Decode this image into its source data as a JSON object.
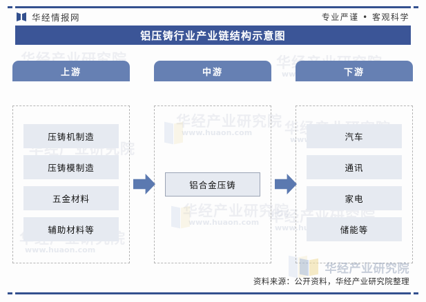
{
  "header": {
    "brand": "华经情报网",
    "brand_mark_icon": "book-pages-icon",
    "tagline": "专业严谨 • 客观科学"
  },
  "title": "铝压铸行业产业链结构示意图",
  "colors": {
    "brand_blue": "#33508e",
    "title_bar": "#3b5597",
    "column_header": "#6680b3",
    "item_fill": "#e6eaf1",
    "arrow": "#5b79b0",
    "dashed_border": "#b4b4b4"
  },
  "columns": [
    {
      "header": "上游",
      "items": [
        {
          "label": "压铸机制造"
        },
        {
          "label": "压铸模制造"
        },
        {
          "label": "五金材料"
        },
        {
          "label": "辅助材料等"
        }
      ]
    },
    {
      "header": "中游",
      "items": [
        {
          "label": "铝合金压铸"
        }
      ]
    },
    {
      "header": "下游",
      "items": [
        {
          "label": "汽车"
        },
        {
          "label": "通讯"
        },
        {
          "label": "家电"
        },
        {
          "label": "储能等"
        }
      ]
    }
  ],
  "arrows": [
    {
      "name": "arrow-upstream-to-midstream",
      "direction": "right"
    },
    {
      "name": "arrow-midstream-to-downstream",
      "direction": "right"
    }
  ],
  "footer": {
    "source": "资料来源：公开资料，华经产业研究院整理",
    "logo_text": "华经产业研究院"
  },
  "watermarks": {
    "institute": "华经产业研究院",
    "site": "www.huaon.com"
  }
}
